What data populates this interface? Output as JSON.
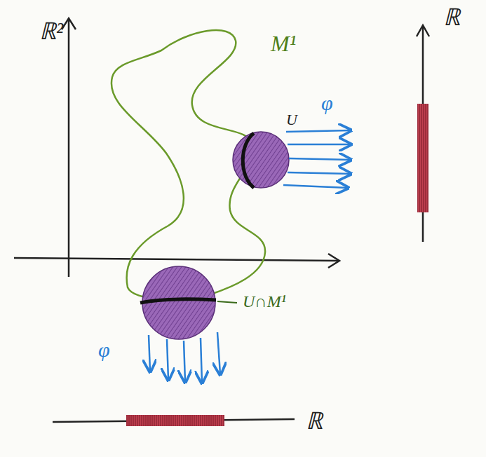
{
  "diagram": {
    "labels": [
      "ℝ²",
      "M¹",
      "φ",
      "U",
      "U∩M¹",
      "φ",
      "ℝ",
      "ℝ"
    ]
  }
}
